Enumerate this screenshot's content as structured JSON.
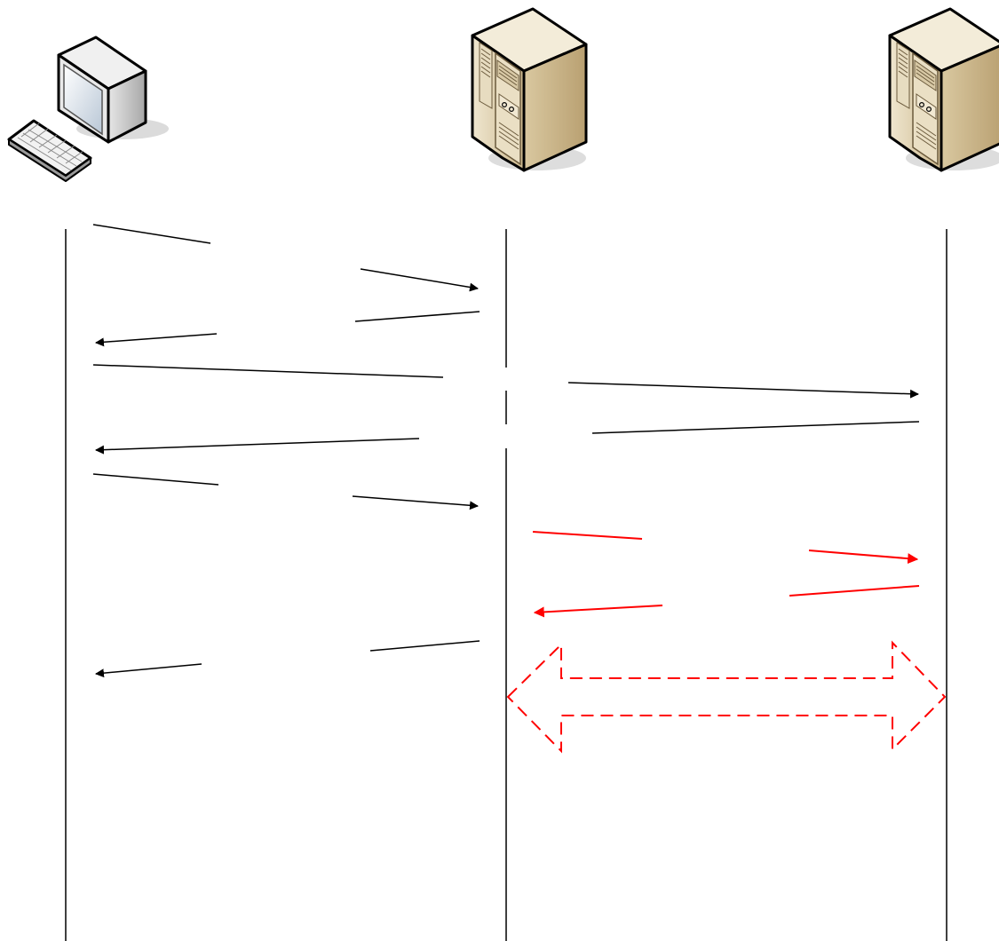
{
  "diagram": {
    "type": "sequence-diagram",
    "participants": [
      {
        "role": "client",
        "icon": "desktop-computer-icon"
      },
      {
        "role": "server-1",
        "icon": "server-tower-icon"
      },
      {
        "role": "server-2",
        "icon": "server-tower-icon"
      }
    ],
    "messages": [
      {
        "from": "client",
        "to": "server-1",
        "style": "solid",
        "color": "#000000"
      },
      {
        "from": "server-1",
        "to": "client",
        "style": "solid",
        "color": "#000000"
      },
      {
        "from": "client",
        "to": "server-2",
        "style": "solid",
        "color": "#000000"
      },
      {
        "from": "server-2",
        "to": "client",
        "style": "solid",
        "color": "#000000"
      },
      {
        "from": "client",
        "to": "server-1",
        "style": "solid",
        "color": "#000000"
      },
      {
        "from": "server-1",
        "to": "server-2",
        "style": "solid",
        "color": "#ff0000"
      },
      {
        "from": "server-2",
        "to": "server-1",
        "style": "solid",
        "color": "#ff0000"
      },
      {
        "from": "server-1",
        "to": "client",
        "style": "solid",
        "color": "#000000"
      }
    ],
    "bidirectional_link": {
      "between": [
        "server-1",
        "server-2"
      ],
      "style": "dashed",
      "color": "#ff0000"
    }
  },
  "colors": {
    "lifeline": "#000000",
    "message": "#000000",
    "highlight": "#ff0000",
    "server_body": "#e8dcc0",
    "monitor_body": "#eeeeee"
  }
}
